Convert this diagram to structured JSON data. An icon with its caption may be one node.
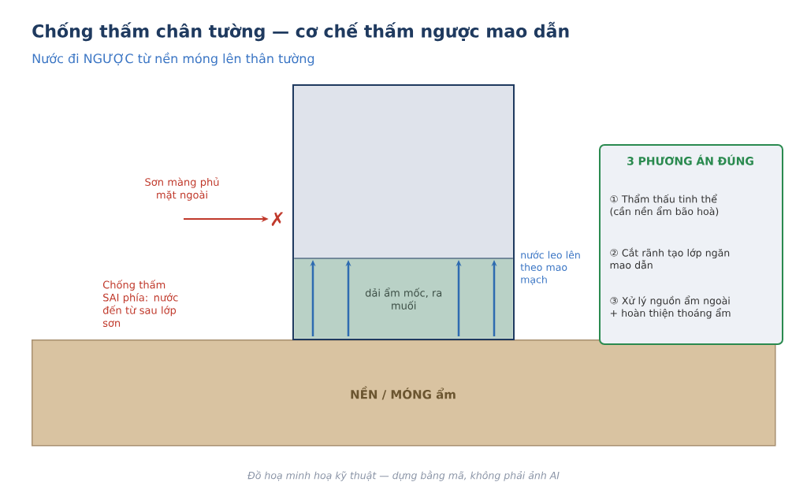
{
  "diagram": {
    "title": "Chống thấm chân tường — cơ chế thấm ngược mao dẫn",
    "caption": "Đồ hoạ minh hoạ kỹ thuật — dựng bằng mã, không phải ảnh AI",
    "nodes": [
      {
        "text": [],
        "shape": "box"
      },
      {
        "text": [
          "dải ẩm mốc, ra muối"
        ],
        "in": 0
      },
      {
        "text": [
          "✗"
        ]
      },
      {
        "text": [
          "3 PHƯƠNG ÁN ĐÚNG",
          "① Thẩm thấu tinh thể (cần nền ẩm bão hoà)",
          "② Cắt rãnh tạo lớp ngăn mao dẫn",
          "③ Xử lý nguồn ẩm ngoài + hoàn thiện thoáng ẩm"
        ]
      },
      {
        "text": [
          "NỀN / MÓNG ẩm"
        ]
      }
    ],
    "edges": [
      {
        "from": null,
        "to": 2,
        "arrow": "to",
        "label": "Sơn màng phủ mặt ngoài"
      }
    ],
    "labels": [
      "Nước đi NGƯỢC từ nền móng lên thân tường",
      "nước leo lên theo mao mạch",
      "Chống thấm SAI phía: nước đến từ sau lớp sơn"
    ]
  }
}
